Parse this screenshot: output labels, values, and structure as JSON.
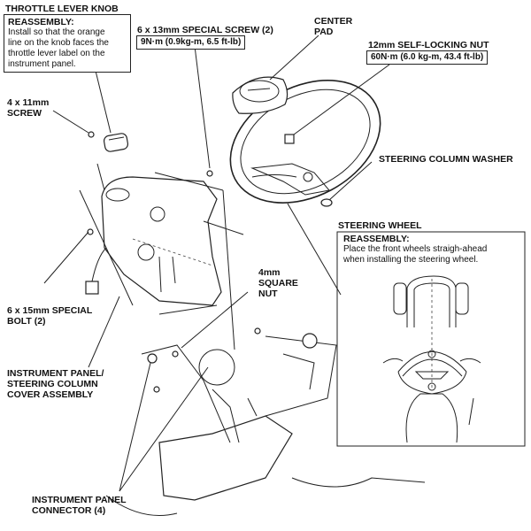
{
  "diagram": {
    "title": "Instrument panel / steering wheel removal (exploded view)",
    "callouts": {
      "throttle_knob": {
        "title": "THROTTLE LEVER KNOB",
        "note_head": "REASSEMBLY:",
        "note_lines": [
          "Install so that the orange",
          "line on the knob faces the",
          "throttle lever label on the",
          "instrument panel."
        ]
      },
      "special_screw": {
        "title": "6 x 13mm SPECIAL SCREW (2)",
        "torque": "9N·m (0.9kg-m, 6.5 ft-lb)"
      },
      "center_pad": {
        "lines": [
          "CENTER",
          "PAD"
        ]
      },
      "self_locking_nut": {
        "title": "12mm SELF-LOCKING NUT",
        "torque": "60N·m (6.0 kg-m, 43.4 ft-lb)"
      },
      "screw_4x11": {
        "lines": [
          "4 x 11mm",
          "SCREW"
        ]
      },
      "column_washer": {
        "title": "STEERING COLUMN WASHER"
      },
      "steering_wheel": {
        "title": "STEERING WHEEL",
        "note_head": "REASSEMBLY:",
        "note_lines": [
          "Place the front wheels straigh-ahead",
          "when installing the steering wheel."
        ]
      },
      "special_bolt": {
        "lines": [
          "6 x 15mm SPECIAL",
          "BOLT (2)"
        ]
      },
      "square_nut": {
        "lines": [
          "4mm",
          "SQUARE",
          "NUT"
        ]
      },
      "panel_assembly": {
        "lines": [
          "INSTRUMENT PANEL/",
          "STEERING COLUMN",
          "COVER ASSEMBLY"
        ]
      },
      "panel_connector": {
        "lines": [
          "INSTRUMENT PANEL",
          "CONNECTOR (4)"
        ]
      }
    },
    "parts_icons": [
      "throttle-knob",
      "screw",
      "special-screw",
      "center-pad",
      "self-locking-nut",
      "steering-wheel",
      "steering-column-washer",
      "instrument-panel",
      "special-bolt",
      "square-nut",
      "connector",
      "tractor-hood"
    ]
  }
}
